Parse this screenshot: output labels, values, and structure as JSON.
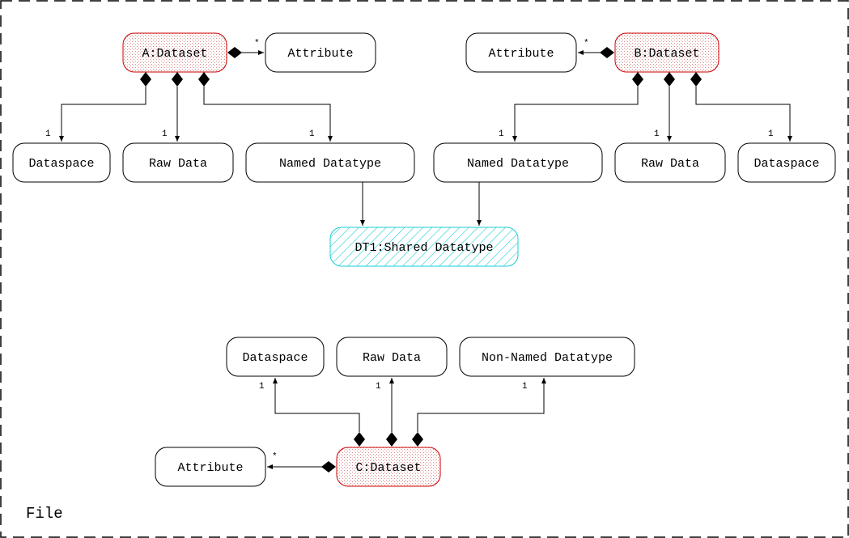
{
  "file_label": "File",
  "colors": {
    "dataset_border": "#cc0000",
    "dataset_fill_dots": "#d98888",
    "shared_border": "#1ccfd6",
    "shared_hatch": "#1ccfd6"
  },
  "nodes": {
    "a_dataset": "A:Dataset",
    "a_attribute": "Attribute",
    "a_dataspace": "Dataspace",
    "a_rawdata": "Raw Data",
    "a_named_datatype": "Named Datatype",
    "b_dataset": "B:Dataset",
    "b_attribute": "Attribute",
    "b_named_datatype": "Named Datatype",
    "b_rawdata": "Raw Data",
    "b_dataspace": "Dataspace",
    "shared_datatype": "DT1:Shared Datatype",
    "c_dataspace": "Dataspace",
    "c_rawdata": "Raw Data",
    "c_nonnamed_datatype": "Non-Named Datatype",
    "c_attribute": "Attribute",
    "c_dataset": "C:Dataset"
  },
  "multiplicities": {
    "a_attribute": "*",
    "a_dataspace": "1",
    "a_rawdata": "1",
    "a_named_datatype": "1",
    "b_attribute": "*",
    "b_named_datatype": "1",
    "b_rawdata": "1",
    "b_dataspace": "1",
    "c_dataspace": "1",
    "c_rawdata": "1",
    "c_nonnamed_datatype": "1",
    "c_attribute": "*"
  }
}
